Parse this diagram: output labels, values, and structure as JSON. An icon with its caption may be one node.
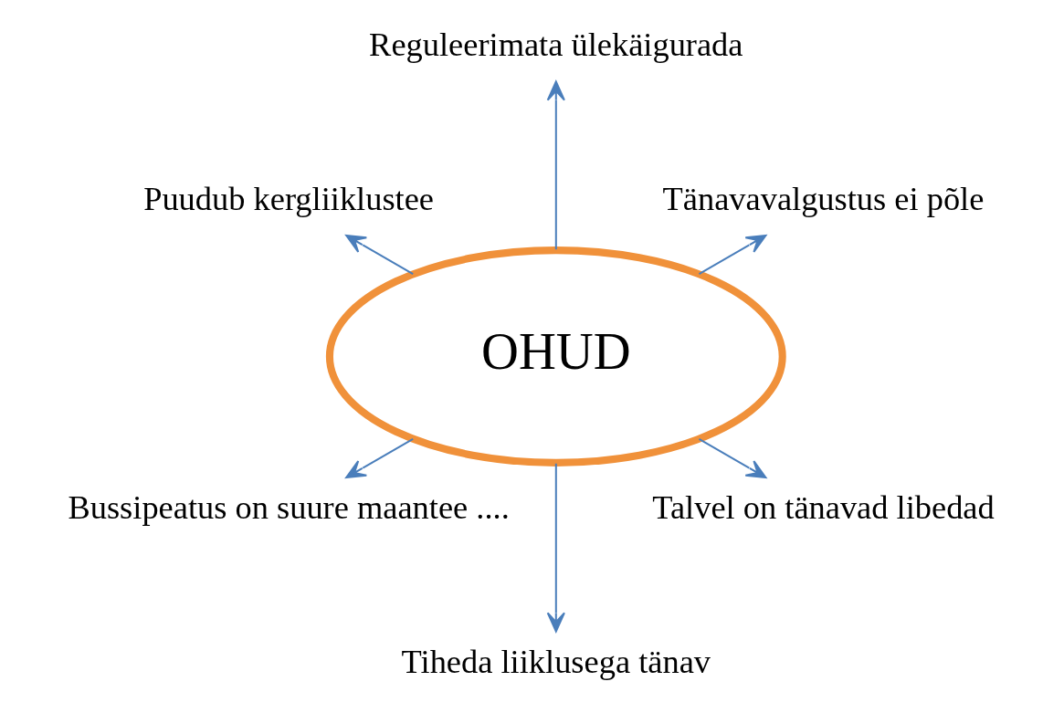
{
  "diagram": {
    "nodes": [
      {
        "text": [
          "OHUD"
        ]
      },
      {
        "text": [
          "Tänavavalgustus ei põle"
        ]
      },
      {
        "text": [
          "Reguleerimata ülekäigurada"
        ]
      },
      {
        "text": [
          "Puudub kergliiklustee"
        ]
      },
      {
        "text": [
          "Bussipeatus on suure maantee ...."
        ]
      },
      {
        "text": [
          "Tiheda liiklusega tänav"
        ]
      },
      {
        "text": [
          "Talvel on tänavad libedad"
        ]
      }
    ],
    "edges": [
      {
        "from": 0,
        "to": 1,
        "arrow": "to"
      },
      {
        "from": 0,
        "to": 2,
        "arrow": "to"
      },
      {
        "from": 0,
        "to": 3,
        "arrow": "to"
      },
      {
        "from": 0,
        "to": 4,
        "arrow": "to"
      },
      {
        "from": 0,
        "to": 5,
        "arrow": "to"
      },
      {
        "from": 0,
        "to": 6,
        "arrow": "to"
      }
    ]
  }
}
